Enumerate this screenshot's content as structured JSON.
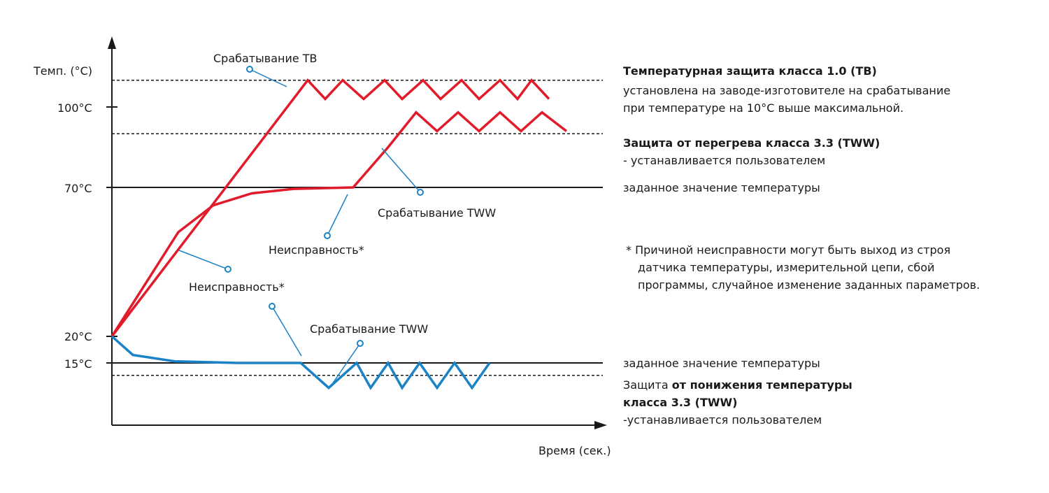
{
  "chart_data": {
    "type": "line",
    "title": "",
    "xlabel": "Время (сек.)",
    "ylabel": "Темп. (°C)",
    "ytick_labels": [
      "100°C",
      "70°C",
      "20°C",
      "15°C"
    ],
    "grid": false,
    "series": [
      {
        "color": "#e21b2a",
        "points": [
          [
            0,
            20
          ],
          [
            280,
            110
          ],
          [
            305,
            103
          ],
          [
            330,
            110
          ],
          [
            360,
            103
          ],
          [
            390,
            110
          ],
          [
            415,
            103
          ],
          [
            445,
            110
          ],
          [
            470,
            103
          ],
          [
            500,
            110
          ],
          [
            525,
            103
          ],
          [
            555,
            110
          ],
          [
            580,
            103
          ],
          [
            600,
            110
          ],
          [
            625,
            103
          ]
        ]
      },
      {
        "color": "#e21b2a",
        "points": [
          [
            0,
            20
          ],
          [
            95,
            55
          ],
          [
            145,
            64
          ],
          [
            200,
            68
          ],
          [
            260,
            69.5
          ],
          [
            345,
            70
          ],
          [
            395,
            85
          ],
          [
            435,
            98
          ],
          [
            465,
            91
          ],
          [
            495,
            98
          ],
          [
            525,
            91
          ],
          [
            555,
            98
          ],
          [
            585,
            91
          ],
          [
            615,
            98
          ],
          [
            650,
            91
          ]
        ]
      },
      {
        "color": "#1a82c6",
        "points": [
          [
            0,
            20
          ],
          [
            30,
            16.5
          ],
          [
            90,
            15.3
          ],
          [
            180,
            15
          ],
          [
            270,
            15
          ],
          [
            310,
            9
          ],
          [
            350,
            15
          ],
          [
            370,
            9
          ],
          [
            395,
            15
          ],
          [
            415,
            9
          ],
          [
            440,
            15
          ],
          [
            465,
            9
          ],
          [
            490,
            15
          ],
          [
            515,
            9
          ],
          [
            540,
            15
          ]
        ]
      }
    ],
    "reference_lines": [
      {
        "y": 110,
        "style": "dashed"
      },
      {
        "y": 90,
        "style": "dashed"
      },
      {
        "y": 70,
        "style": "solid"
      },
      {
        "y": 15,
        "style": "solid"
      },
      {
        "y": 12,
        "style": "dashed"
      }
    ],
    "annotations": {
      "tb_trip": "Срабатывание ТВ",
      "tww_trip_upper": "Срабатывание TWW",
      "fault_upper": "Неисправность*",
      "fault_lower": "Неисправность*",
      "tww_trip_lower": "Срабатывание TWW"
    }
  },
  "notes": {
    "tb_title": "Температурная защита класса 1.0 (ТВ)",
    "tb_line1": "установлена на заводе-изготовителе на срабатывание",
    "tb_line2": "при температуре на 10°C выше максимальной.",
    "tww_title": "Защита от перегрева класса 3.3 (TWW)",
    "tww_desc": "- устанавливается пользователем",
    "setpoint_upper": "заданное значение температуры",
    "footnote_line1": "* Причиной неисправности могут быть выход из строя",
    "footnote_line2": "датчика температуры, измерительной цепи, сбой",
    "footnote_line3": "программы, случайное изменение заданных параметров.",
    "setpoint_lower": "заданное значение температуры",
    "low_prefix": "Защита",
    "low_title_part1": "от понижения температуры",
    "low_title_part2": "класса 3.3 (TWW)",
    "low_desc": "-устанавливается пользователем"
  },
  "colors": {
    "red": "#e21b2a",
    "blue": "#1a82c6",
    "axis": "#1a1a1a"
  }
}
